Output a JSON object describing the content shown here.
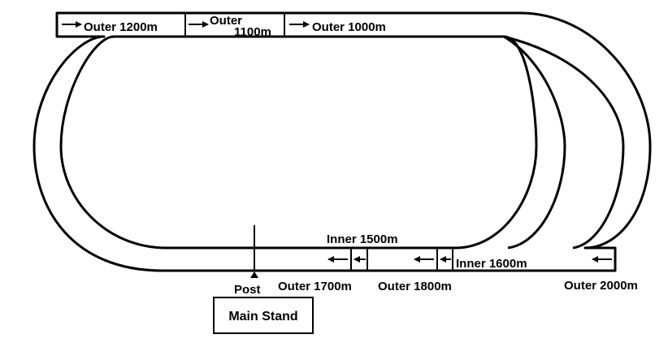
{
  "labels": {
    "outer_1200": "Outer 1200m",
    "outer_1100_line1": "Outer",
    "outer_1100_line2": "1100m",
    "outer_1000": "Outer 1000m",
    "inner_1500": "Inner 1500m",
    "inner_1600": "Inner 1600m",
    "outer_1700": "Outer 1700m",
    "outer_1800": "Outer 1800m",
    "outer_2000": "Outer 2000m",
    "post": "Post",
    "main_stand": "Main Stand"
  },
  "colors": {
    "stroke": "#000000",
    "background": "#ffffff"
  },
  "icons": {
    "start_arrow": "arrow-right-icon",
    "post_marker": "triangle-up-icon"
  }
}
